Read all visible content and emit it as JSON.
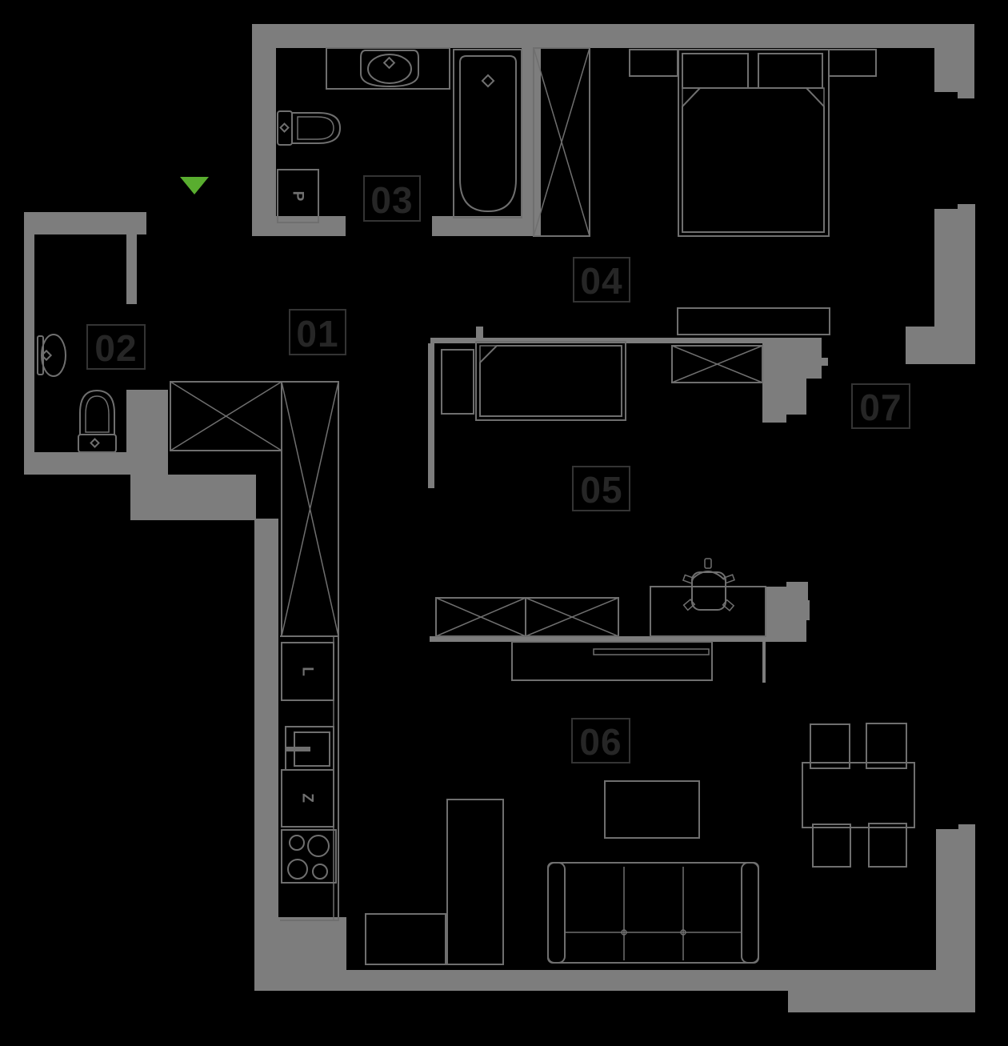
{
  "plan": {
    "title": "apartment-floor-plan",
    "colors": {
      "background": "#000000",
      "wall_gray": "#7d7d7d",
      "furniture_line_gray": "#6f6f6f",
      "label_text": "#262626",
      "label_border": "#343434",
      "entrance_accent_green": "#59ad2f"
    },
    "rooms": [
      {
        "number": "01"
      },
      {
        "number": "02"
      },
      {
        "number": "03"
      },
      {
        "number": "04"
      },
      {
        "number": "05"
      },
      {
        "number": "06"
      },
      {
        "number": "07"
      }
    ],
    "appliances": {
      "washing_machine": "P",
      "fridge": "L",
      "dishwasher": "Z"
    }
  }
}
